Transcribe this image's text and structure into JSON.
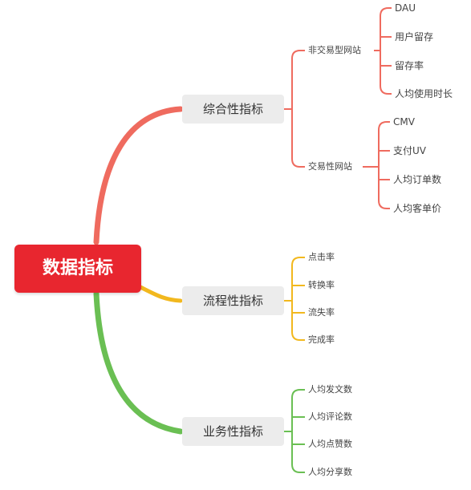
{
  "root": {
    "label": "数据指标"
  },
  "colors": {
    "red": "#ef6b5f",
    "yellow": "#f2b81e",
    "green": "#6abf53",
    "root_bg": "#e8262f",
    "node_bg": "#ececec"
  },
  "branches": {
    "comprehensive": {
      "label": "综合性指标",
      "subgroups": {
        "non_trade": {
          "label": "非交易型网站",
          "items": [
            "DAU",
            "用户留存",
            "留存率",
            "人均使用时长"
          ]
        },
        "trade": {
          "label": "交易性网站",
          "items": [
            "CMV",
            "支付UV",
            "人均订单数",
            "人均客单价"
          ]
        }
      }
    },
    "process": {
      "label": "流程性指标",
      "items": [
        "点击率",
        "转换率",
        "流失率",
        "完成率"
      ]
    },
    "business": {
      "label": "业务性指标",
      "items": [
        "人均发文数",
        "人均评论数",
        "人均点赞数",
        "人均分享数"
      ]
    }
  }
}
